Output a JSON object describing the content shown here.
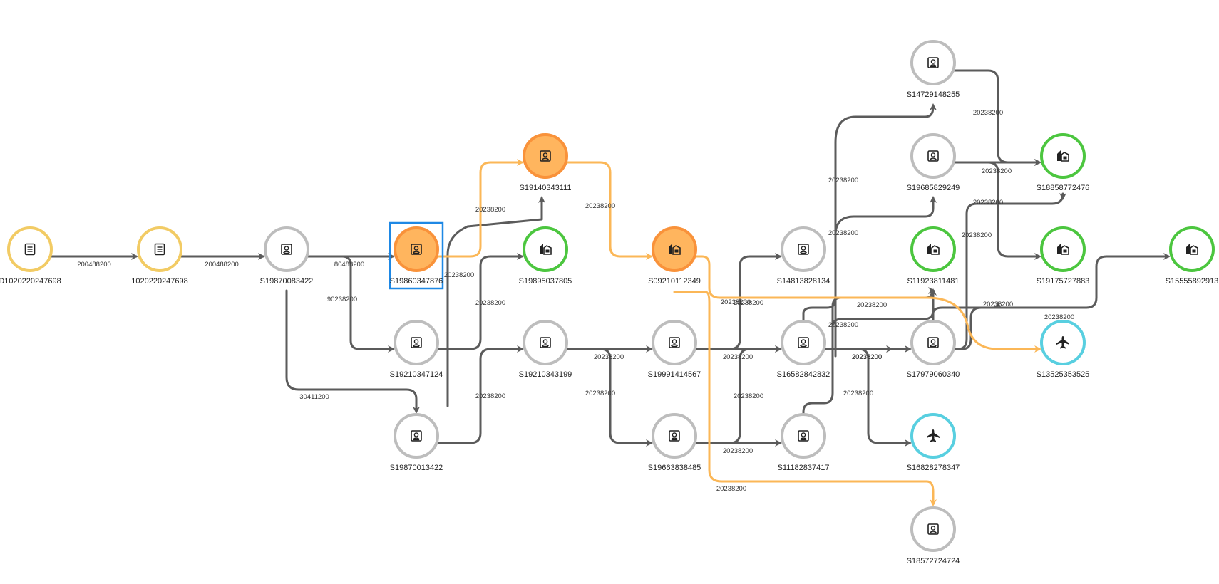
{
  "colors": {
    "edge_default": "#5b5b5b",
    "edge_highlight": "#fbb757",
    "node_gray": "#bdbdbd",
    "node_yellow": "#f2cb64",
    "node_green": "#4cc63f",
    "node_cyan": "#58cfe0",
    "node_orange_fill": "#ffb55e",
    "node_orange_stroke": "#f9923a",
    "selection": "#1e88e5",
    "icon": "#222222"
  },
  "nodes": [
    {
      "id": "D1020220247698",
      "label": "D1020220247698",
      "icon": "document-icon",
      "style": "yellow"
    },
    {
      "id": "1020220247698",
      "label": "1020220247698",
      "icon": "document-icon",
      "style": "yellow"
    },
    {
      "id": "S19870083422",
      "label": "S19870083422",
      "icon": "person-badge-icon",
      "style": "gray"
    },
    {
      "id": "S19860347876",
      "label": "S19860347876",
      "icon": "person-badge-icon",
      "style": "orange",
      "selected": true
    },
    {
      "id": "S19210347124",
      "label": "S19210347124",
      "icon": "person-badge-icon",
      "style": "gray"
    },
    {
      "id": "S19870013422",
      "label": "S19870013422",
      "icon": "person-badge-icon",
      "style": "gray"
    },
    {
      "id": "S19140343111",
      "label": "S19140343111",
      "icon": "person-badge-icon",
      "style": "orange"
    },
    {
      "id": "S19895037805",
      "label": "S19895037805",
      "icon": "company-icon",
      "style": "green"
    },
    {
      "id": "S19210343199",
      "label": "S19210343199",
      "icon": "person-badge-icon",
      "style": "gray"
    },
    {
      "id": "S09210112349",
      "label": "S09210112349",
      "icon": "company-icon",
      "style": "orange"
    },
    {
      "id": "S19991414567",
      "label": "S19991414567",
      "icon": "person-badge-icon",
      "style": "gray"
    },
    {
      "id": "S19663838485",
      "label": "S19663838485",
      "icon": "person-badge-icon",
      "style": "gray"
    },
    {
      "id": "S14813828134",
      "label": "S14813828134",
      "icon": "person-badge-icon",
      "style": "gray"
    },
    {
      "id": "S16582842832",
      "label": "S16582842832",
      "icon": "person-badge-icon",
      "style": "gray"
    },
    {
      "id": "S11182837417",
      "label": "S11182837417",
      "icon": "person-badge-icon",
      "style": "gray"
    },
    {
      "id": "S14729148255",
      "label": "S14729148255",
      "icon": "person-badge-icon",
      "style": "gray"
    },
    {
      "id": "S19685829249",
      "label": "S19685829249",
      "icon": "person-badge-icon",
      "style": "gray"
    },
    {
      "id": "S11923811481",
      "label": "S11923811481",
      "icon": "company-icon",
      "style": "green"
    },
    {
      "id": "S17979060340",
      "label": "S17979060340",
      "icon": "person-badge-icon",
      "style": "gray"
    },
    {
      "id": "S16828278347",
      "label": "S16828278347",
      "icon": "airplane-icon",
      "style": "cyan"
    },
    {
      "id": "S18572724724",
      "label": "S18572724724",
      "icon": "person-badge-icon",
      "style": "gray"
    },
    {
      "id": "S18858772476",
      "label": "S18858772476",
      "icon": "company-icon",
      "style": "green"
    },
    {
      "id": "S19175727883",
      "label": "S19175727883",
      "icon": "company-icon",
      "style": "green"
    },
    {
      "id": "S13525353525",
      "label": "S13525353525",
      "icon": "airplane-icon",
      "style": "cyan"
    },
    {
      "id": "S15555892913",
      "label": "S15555892913",
      "icon": "company-icon",
      "style": "green"
    }
  ],
  "edges": [
    {
      "label": "200488200",
      "highlight": false
    },
    {
      "label": "200488200",
      "highlight": false
    },
    {
      "label": "80488200",
      "highlight": false
    },
    {
      "label": "90238200",
      "highlight": false
    },
    {
      "label": "30411200",
      "highlight": false
    },
    {
      "label": "20238200",
      "highlight": true
    },
    {
      "label": "20238200",
      "highlight": false
    },
    {
      "label": "20238200",
      "highlight": false
    },
    {
      "label": "20238200",
      "highlight": false
    },
    {
      "label": "20238200",
      "highlight": false
    },
    {
      "label": "20238200",
      "highlight": false
    },
    {
      "label": "20238200",
      "highlight": true
    },
    {
      "label": "20238200",
      "highlight": true
    },
    {
      "label": "20238200",
      "highlight": true
    },
    {
      "label": "20238200",
      "highlight": false
    },
    {
      "label": "20238200",
      "highlight": false
    },
    {
      "label": "20238200",
      "highlight": false
    },
    {
      "label": "20238200",
      "highlight": false
    },
    {
      "label": "20238200",
      "highlight": false
    },
    {
      "label": "20238200",
      "highlight": false
    },
    {
      "label": "20238200",
      "highlight": false
    },
    {
      "label": "20238200",
      "highlight": false
    },
    {
      "label": "20238200",
      "highlight": false
    },
    {
      "label": "20238200",
      "highlight": false
    },
    {
      "label": "20238200",
      "highlight": false
    },
    {
      "label": "20238200",
      "highlight": false
    },
    {
      "label": "20238200",
      "highlight": false
    },
    {
      "label": "20238200",
      "highlight": false
    },
    {
      "label": "20238200",
      "highlight": false
    },
    {
      "label": "20238200",
      "highlight": false
    },
    {
      "label": "20238200",
      "highlight": false
    }
  ]
}
